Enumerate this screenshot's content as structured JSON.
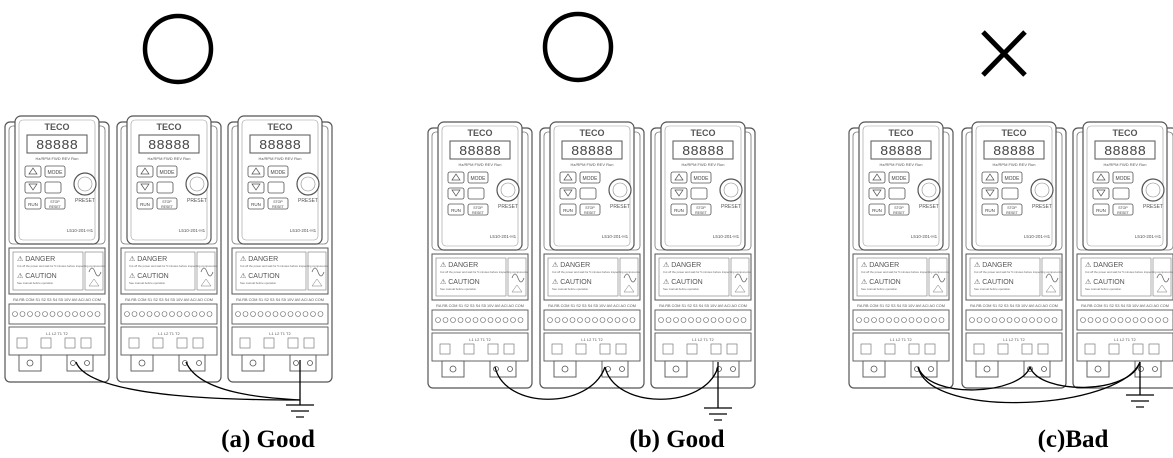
{
  "panels": [
    {
      "caption": "(a) Good",
      "mark": "circle-mark",
      "grounding": "series-chain-to-ground"
    },
    {
      "caption": "(b) Good",
      "mark": "circle-mark",
      "grounding": "daisy-chain-to-ground"
    },
    {
      "caption": "(c)Bad",
      "mark": "cross-mark",
      "grounding": "loop-to-ground"
    }
  ],
  "drive": {
    "brand": "TECO",
    "display_digits": "88888",
    "indicator_labels": "Hz/RPM  FWD  REV  Run",
    "mode_label": "MODE",
    "preset_label": "PRESET",
    "run_label": "RUN",
    "stop_label": "STOP",
    "reset_label": "RESET",
    "model": "L510-201-H1",
    "danger_title": "DANGER",
    "danger_text": "Cut off the power and wait for 5 minutes before inspecting components.",
    "caution_title": "CAUTION",
    "caution_text": "See manual before operation.",
    "terminal_labels": "RA RB COM S1 S2 S3 S4 S5 10V AVI ACI AO COM",
    "ground_labels": "L1  L2  T1  T2"
  },
  "colors": {
    "line": "#000000",
    "drawing": "#555555",
    "background": "#ffffff"
  }
}
